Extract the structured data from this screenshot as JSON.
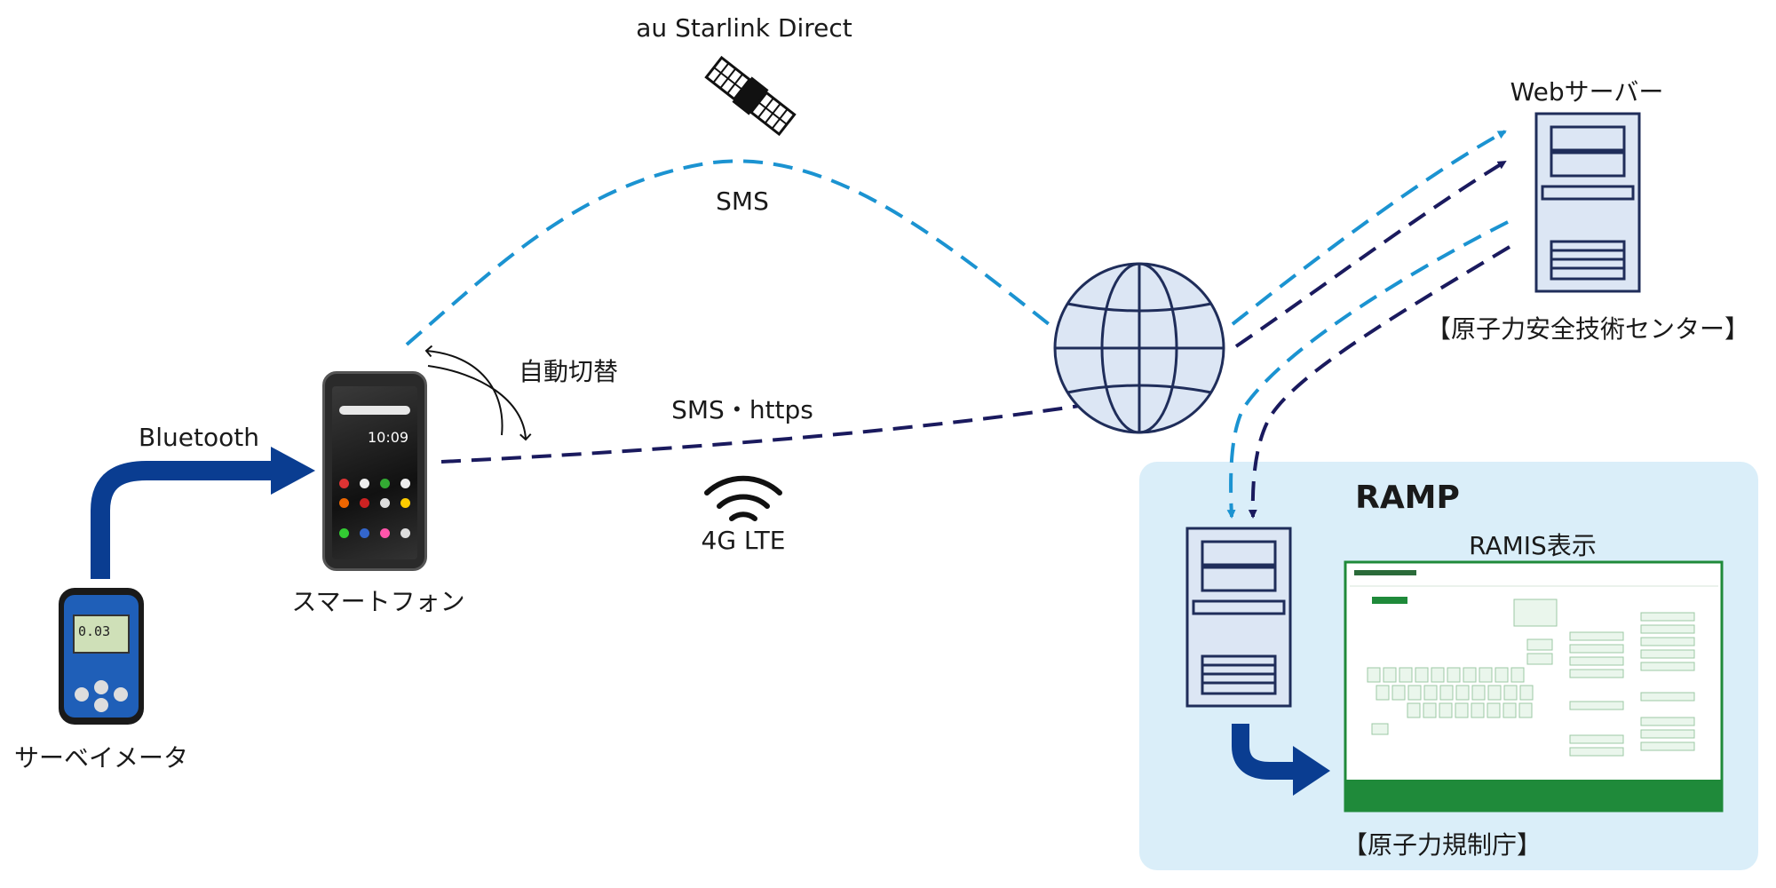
{
  "labels": {
    "satellite": "au Starlink Direct",
    "sms_upper": "SMS",
    "sms_https": "SMS・https",
    "lte": "4G LTE",
    "auto_switch": "自動切替",
    "bluetooth": "Bluetooth",
    "smartphone": "スマートフォン",
    "survey_meter": "サーベイメータ",
    "web_server": "Webサーバー",
    "jnsc": "【原子力安全技術センター】",
    "ramp": "RAMP",
    "ramis": "RAMIS表示",
    "nra": "【原子力規制庁】"
  },
  "colors": {
    "light_blue": "#1b93d1",
    "dark_navy": "#1a1a5e",
    "arrow_blue": "#0a3d91",
    "server_fill": "#dce6f4",
    "server_stroke": "#1f2d5a",
    "panel_bg": "#daeef9",
    "ramis_green": "#1f8a3a"
  },
  "icons": [
    "satellite-icon",
    "globe-icon",
    "wifi-icon",
    "server-icon",
    "smartphone-icon",
    "survey-meter-icon"
  ]
}
